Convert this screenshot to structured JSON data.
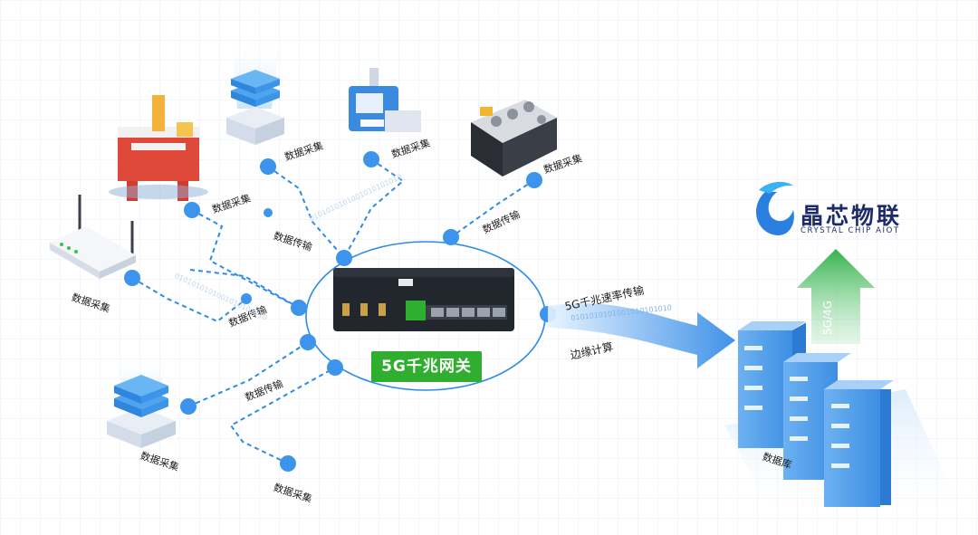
{
  "gateway": {
    "label": "5G千兆网关"
  },
  "logo": {
    "name_cn": "晶芯物联",
    "name_en": "CRYSTAL CHIP AIOT"
  },
  "flows": {
    "uplink_label": "5G千兆速率传输",
    "edge_label": "边缘计算",
    "upward_label": "5G/4G"
  },
  "database": {
    "label": "数据库"
  },
  "node_labels": {
    "collect_oil_rig": "数据采集",
    "collect_server_top": "数据采集",
    "collect_printer": "数据采集",
    "collect_engine": "数据采集",
    "collect_router": "数据采集",
    "collect_server_bottom": "数据采集",
    "collect_bottom": "数据采集",
    "transmit_1": "数据传输",
    "transmit_2": "数据传输",
    "transmit_3": "数据传输",
    "transmit_4": "数据传输"
  },
  "binary_stream": "0101010101001010101010",
  "colors": {
    "accent_blue": "#2d8ae8",
    "gateway_green": "#2fae2f",
    "upload_green": "#3fbf5a",
    "logo_navy": "#1d2b6b"
  }
}
